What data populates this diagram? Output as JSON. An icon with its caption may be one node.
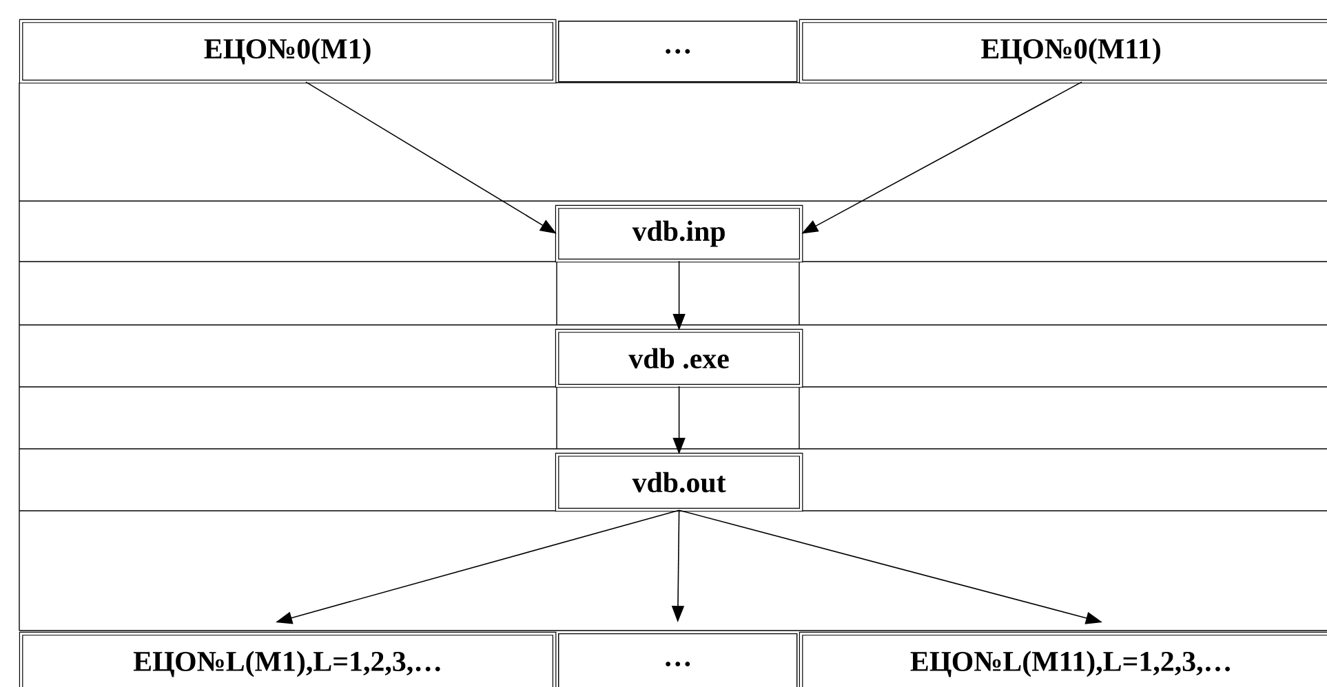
{
  "diagram": {
    "nodes": [
      {
        "text": [
          "ЕЦО№0(М1)"
        ]
      },
      {
        "text": [
          "…"
        ]
      },
      {
        "text": [
          "ЕЦО№0(М11)"
        ]
      },
      {
        "text": [
          "vdb.inp"
        ]
      },
      {
        "text": [
          "vdb .exe"
        ]
      },
      {
        "text": [
          "vdb.out"
        ]
      },
      {
        "text": [
          "ЕЦО№L(М1),L=1,2,3,…"
        ]
      },
      {
        "text": [
          "…"
        ]
      },
      {
        "text": [
          "ЕЦО№L(М11),L=1,2,3,…"
        ]
      }
    ],
    "edges": [
      {
        "from": 0,
        "to": 3,
        "arrow": "to"
      },
      {
        "from": 2,
        "to": 3,
        "arrow": "to"
      },
      {
        "from": 3,
        "to": 4,
        "arrow": "to"
      },
      {
        "from": 4,
        "to": 5,
        "arrow": "to"
      },
      {
        "from": 5,
        "to": 6,
        "arrow": "to"
      },
      {
        "from": 5,
        "to": 7,
        "arrow": "to"
      },
      {
        "from": 5,
        "to": 8,
        "arrow": "to"
      }
    ]
  }
}
